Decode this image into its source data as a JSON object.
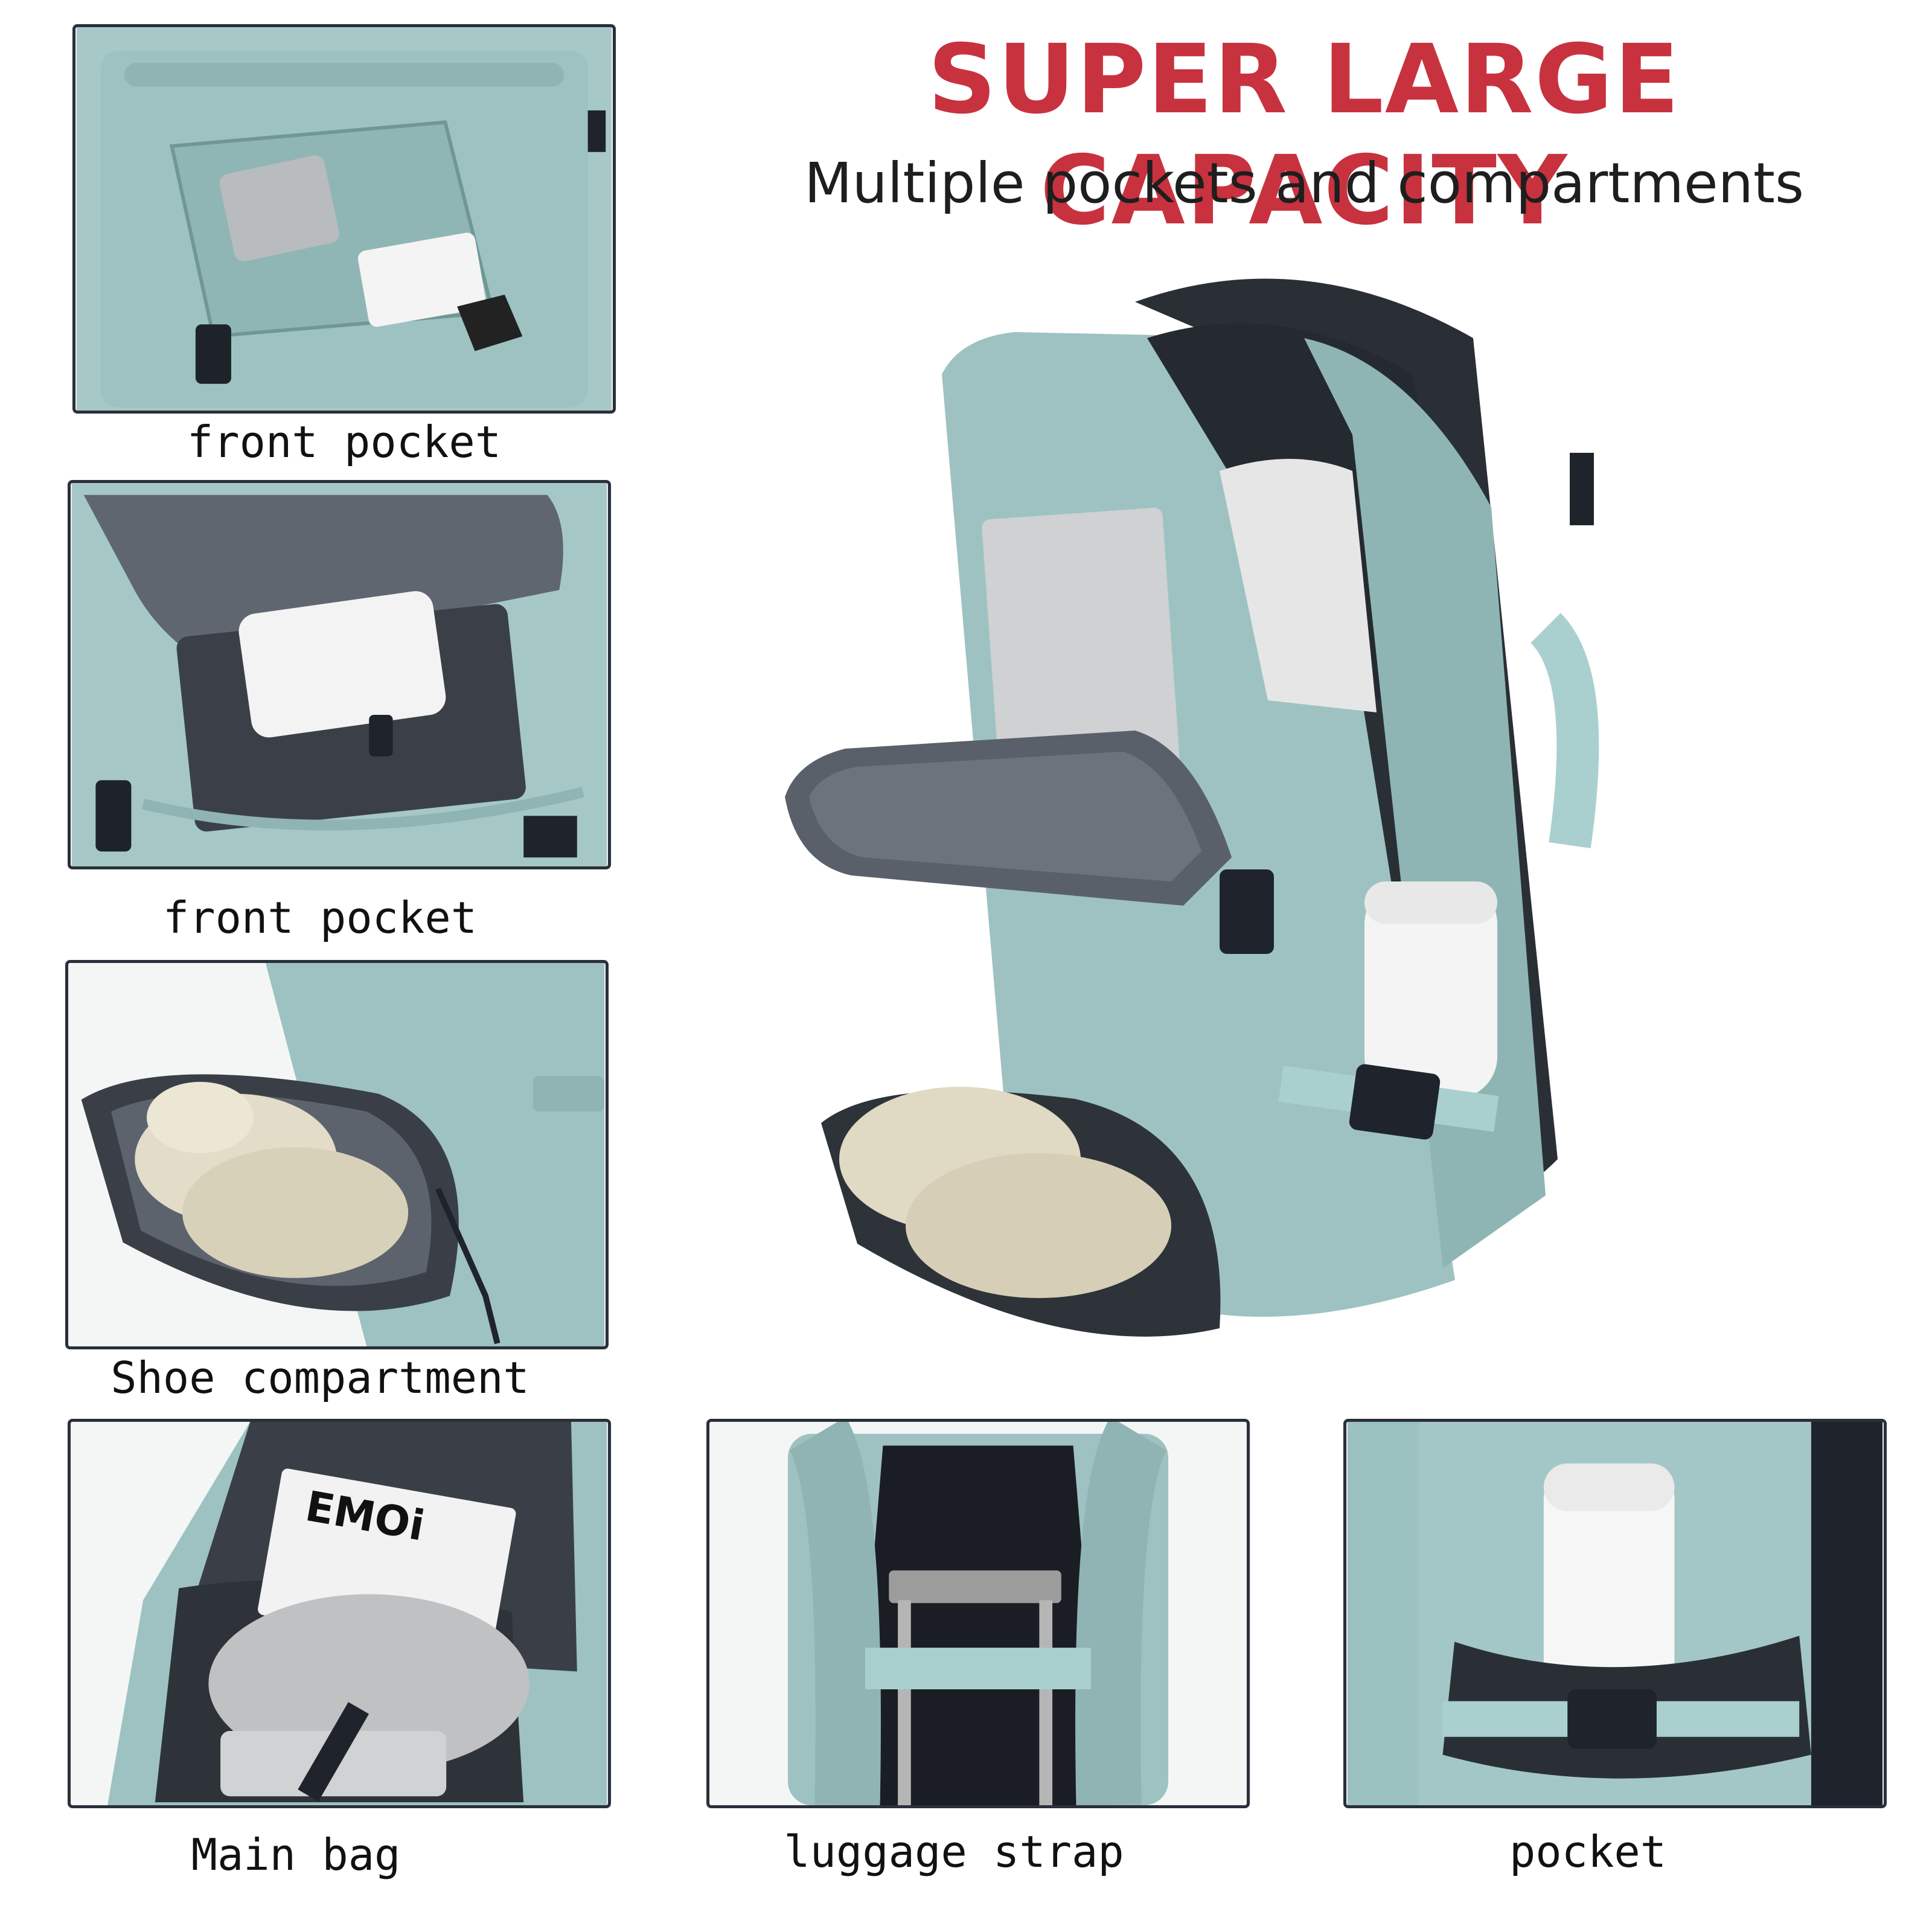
{
  "header": {
    "title": "SUPER LARGE CAPACITY",
    "subtitle": "Multiple pockets and compartments"
  },
  "panels": [
    {
      "caption": "front pocket"
    },
    {
      "caption": "front pocket"
    },
    {
      "caption": "Shoe compartment"
    },
    {
      "caption": "Main bag"
    },
    {
      "caption": "luggage strap"
    },
    {
      "caption": "pocket"
    }
  ],
  "product": {
    "tag_text": "EMOi"
  },
  "colors": {
    "title_red": "#c8323f",
    "bag_teal": "#9cc3c3",
    "lining_gray": "#5f6670",
    "strap_dark": "#1f242c"
  }
}
